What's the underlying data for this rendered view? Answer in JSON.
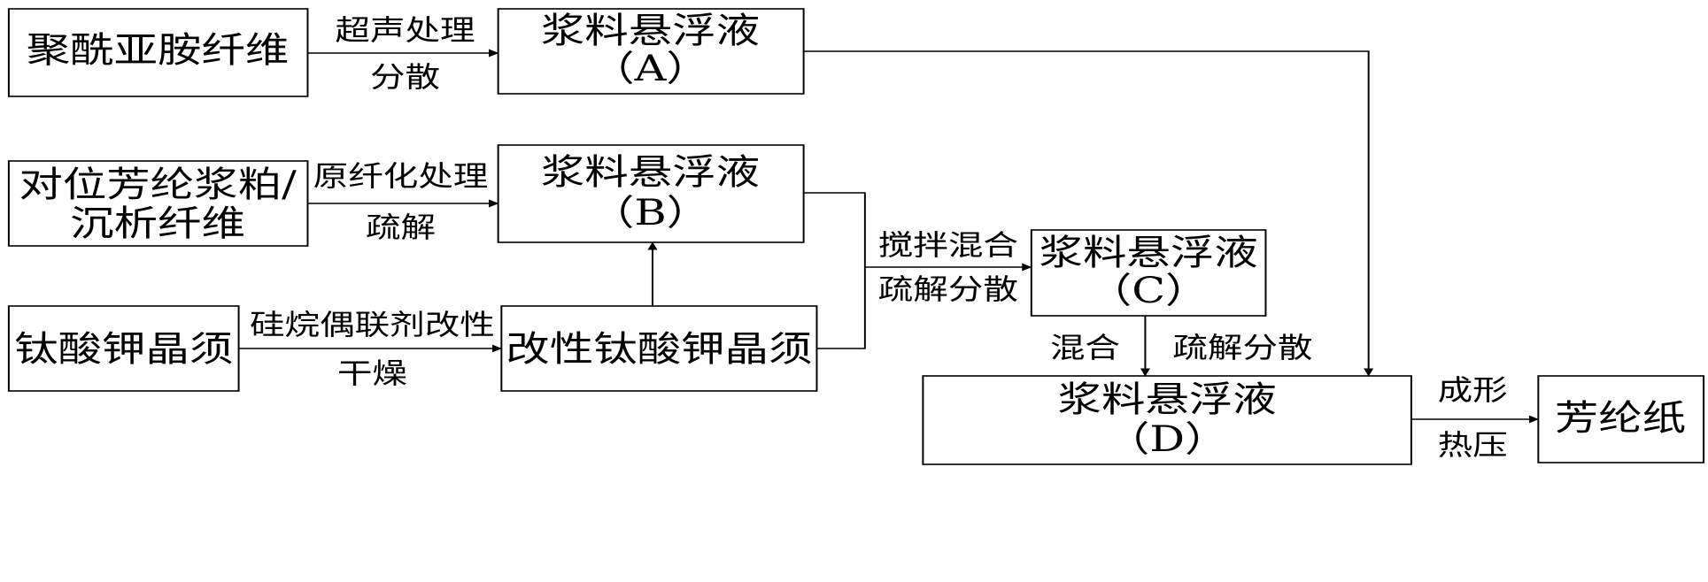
{
  "nodes": {
    "polyimide_fiber": {
      "label": "聚酰亚胺纤维"
    },
    "slurry_a": {
      "label": "浆料悬浮液",
      "sub": "（A）"
    },
    "para_aramid": {
      "line1": "对位芳纶浆粕/",
      "line2": "沉析纤维"
    },
    "slurry_b": {
      "label": "浆料悬浮液",
      "sub": "（B）"
    },
    "potassium_titanate": {
      "label": "钛酸钾晶须"
    },
    "modified_titanate": {
      "label": "改性钛酸钾晶须"
    },
    "slurry_c": {
      "label": "浆料悬浮液",
      "sub": "（C）"
    },
    "slurry_d": {
      "label": "浆料悬浮液",
      "sub": "（D）"
    },
    "aramid_paper": {
      "label": "芳纶纸"
    }
  },
  "edges": {
    "a_top": "超声处理",
    "a_bottom": "分散",
    "b_top": "原纤化处理",
    "b_bottom": "疏解",
    "m_top": "硅烷偶联剂改性",
    "m_bottom": "干燥",
    "c_top": "搅拌混合",
    "c_bottom": "疏解分散",
    "d_left": "混合",
    "d_right": "疏解分散",
    "p_top": "成形",
    "p_bottom": "热压"
  }
}
